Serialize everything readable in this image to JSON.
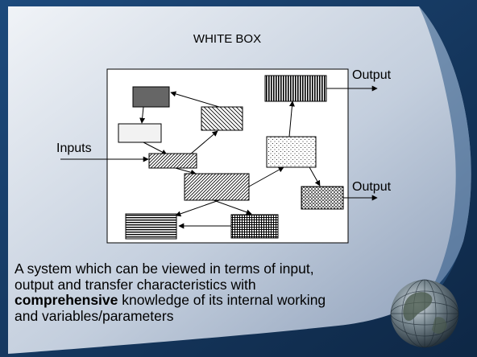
{
  "slide": {
    "title": "WHITE BOX",
    "description": {
      "line1": "A system which can be viewed in terms of input,",
      "line2": "output and transfer characteristics with",
      "line3_bold": "comprehensive",
      "line3_rest": " knowledge of its internal working",
      "line4": "and variables/parameters"
    }
  },
  "diagram": {
    "input_label": "Inputs",
    "output_label_top": "Output",
    "output_label_bottom": "Output"
  },
  "colors": {
    "background_dark": "#16345a",
    "background_light": "#dfe5ee",
    "box_fill": "#ffffff"
  },
  "icons": [
    "globe-icon"
  ]
}
